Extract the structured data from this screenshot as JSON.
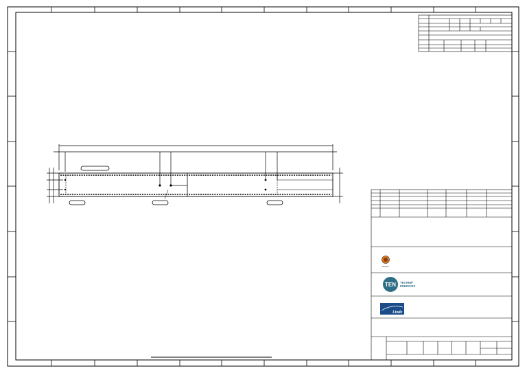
{
  "logos": {
    "client": {
      "name": "client-emblem",
      "caption": "ARAMCO"
    },
    "contractor": {
      "name": "technip-energies-logo",
      "mark": "TEN",
      "line1": "TECHNIP",
      "line2": "ENERGIES"
    },
    "licensor": {
      "name": "linde-logo",
      "word": "Linde"
    }
  },
  "colors": {
    "line": "#000000",
    "ten_blue": "#2f6f86",
    "linde_blue": "#1a4c8a",
    "client_orange": "#e07a1f"
  }
}
